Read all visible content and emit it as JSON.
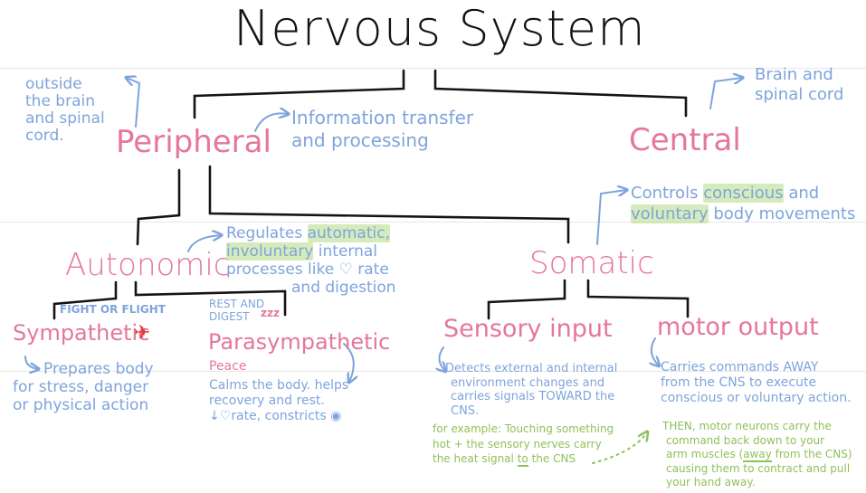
{
  "title": "Nervous System",
  "peripheral": {
    "label": "Peripheral",
    "note_lines": [
      "outside",
      "the brain",
      "and spinal",
      "cord."
    ],
    "function_lines": [
      "Information transfer",
      "and processing"
    ]
  },
  "central": {
    "label": "Central",
    "note_lines": [
      "Brain and",
      "spinal cord"
    ]
  },
  "autonomic": {
    "label": "Autonomic",
    "note_line1": "Regulates",
    "note_line1_hl": "automatic,",
    "note_line2_hl": "involuntary",
    "note_line2": "internal",
    "note_line3": "processes like",
    "note_line3b": "rate",
    "note_line4": "and digestion"
  },
  "somatic": {
    "label": "Somatic",
    "note_line1": "Controls",
    "note_line1_hl": "conscious",
    "note_line1b": "and",
    "note_line2_hl": "voluntary",
    "note_line2": "body movements"
  },
  "sympathetic": {
    "tag": "FIGHT OR FLIGHT",
    "label": "Sympathetic",
    "note_lines": [
      "Prepares body",
      "for stress, danger",
      "or physical action"
    ]
  },
  "parasympathetic": {
    "tag_lines": [
      "REST AND",
      "DIGEST"
    ],
    "sleep": "zzz",
    "label": "Parasympathetic",
    "peace": "Peace",
    "note_lines": [
      "Calms the body. helps",
      "recovery and rest."
    ],
    "note_line3": "rate, constricts"
  },
  "sensory": {
    "label": "Sensory input",
    "note_lines": [
      "Detects external and internal",
      "environment changes and"
    ],
    "note_line3a": "carries signals",
    "note_line3_ul": "TOWARD",
    "note_line3b": "the",
    "note_line4": "CNS.",
    "example_lines": [
      "for example: Touching something",
      "hot + the sensory nerves carry"
    ],
    "example_line3a": "the heat signal",
    "example_line3_ul": "to",
    "example_line3b": "the CNS"
  },
  "motor": {
    "label": "motor output",
    "note_lines": [
      "Carries commands AWAY",
      "from the CNS to execute",
      "conscious or voluntary action."
    ],
    "then_lines": [
      "THEN, motor neurons carry the",
      "command back down to your"
    ],
    "then_line3a": "arm muscles (",
    "then_line3_ul": "away",
    "then_line3b": "from the CNS)",
    "then_lines_end": [
      "causing them to contract and pull",
      "your hand away."
    ]
  },
  "icons": {
    "airplane": "airplane-icon",
    "heart": "heart-icon",
    "eye": "eye-icon",
    "down_arrow": "down-arrow-icon"
  },
  "colors": {
    "heading": "#e5779a",
    "note": "#7ea4dc",
    "example": "#8fc15a",
    "highlight": "#c4e2a0",
    "title": "#141414"
  }
}
